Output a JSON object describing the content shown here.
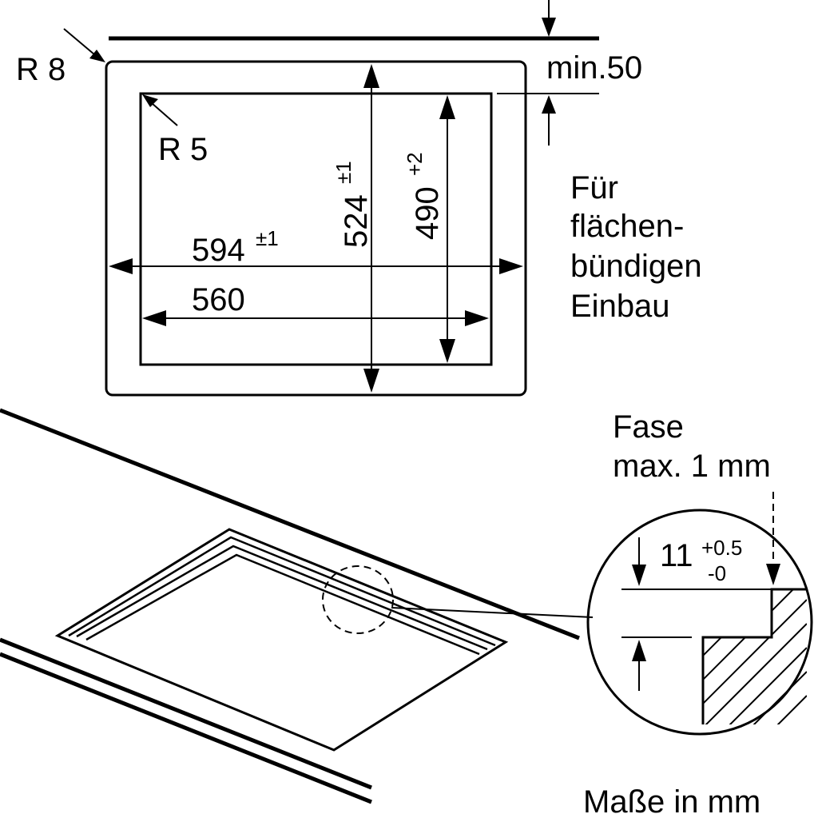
{
  "labels": {
    "outer_radius": "R 8",
    "inner_radius": "R 5",
    "min_distance": "min.50",
    "outer_width": "594",
    "outer_width_tol": "±1",
    "inner_width": "560",
    "outer_depth": "524",
    "outer_depth_tol": "±1",
    "inner_depth": "490",
    "inner_depth_tol": "+2",
    "note_line1": "Für",
    "note_line2": "flächen-",
    "note_line3": "bündigen",
    "note_line4": "Einbau",
    "chamfer_line1": "Fase",
    "chamfer_line2": "max. 1 mm",
    "step_height": "11",
    "step_tol_plus": "+0.5",
    "step_tol_minus": "-0",
    "units": "Maße in mm"
  },
  "colors": {
    "line": "#000000",
    "background": "#ffffff"
  }
}
